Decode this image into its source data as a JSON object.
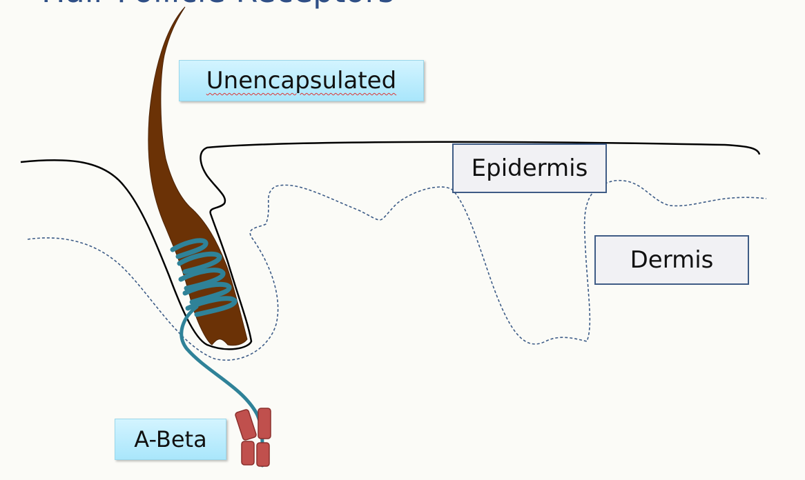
{
  "title_fragment": "Hair Follicle Receptors",
  "labels": {
    "unencapsulated": "Unencapsulated",
    "epidermis": "Epidermis",
    "dermis": "Dermis",
    "abeta": "A-Beta"
  },
  "colors": {
    "hair": "#6b3206",
    "nerve": "#2f8298",
    "myelin": "#c0504d",
    "skin_line": "#000000",
    "dermis_line": "#3b5a86",
    "label_cyan": "#a9e6fb",
    "label_grey_border": "#3e5b85"
  }
}
